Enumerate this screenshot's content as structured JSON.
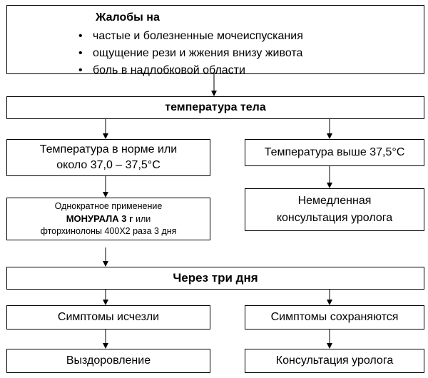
{
  "complaints": {
    "title": "Жалобы на",
    "items": [
      "частые и болезненные мочеиспускания",
      "ощущение рези и жжения внизу живота",
      "боль в надлобковой области"
    ]
  },
  "temperature_body": "температура тела",
  "temperature_normal": {
    "line1": "Температура в норме или",
    "line2": "около 37,0 – 37,5°С"
  },
  "temperature_high": "Температура выше 37,5°С",
  "treatment": {
    "line1": "Однократное применение",
    "line2_bold": "МОНУРАЛА 3 г",
    "line2_rest": " или",
    "line3": "фторхинолоны 400Х2 раза 3 дня"
  },
  "urologist_immediate": {
    "line1": "Немедленная",
    "line2": "консультация уролога"
  },
  "after_three_days": "Через три дня",
  "symptoms_gone": "Симптомы исчезли",
  "symptoms_persist": "Симптомы сохраняются",
  "recovery": "Выздоровление",
  "urologist_consult": "Консультация уролога"
}
